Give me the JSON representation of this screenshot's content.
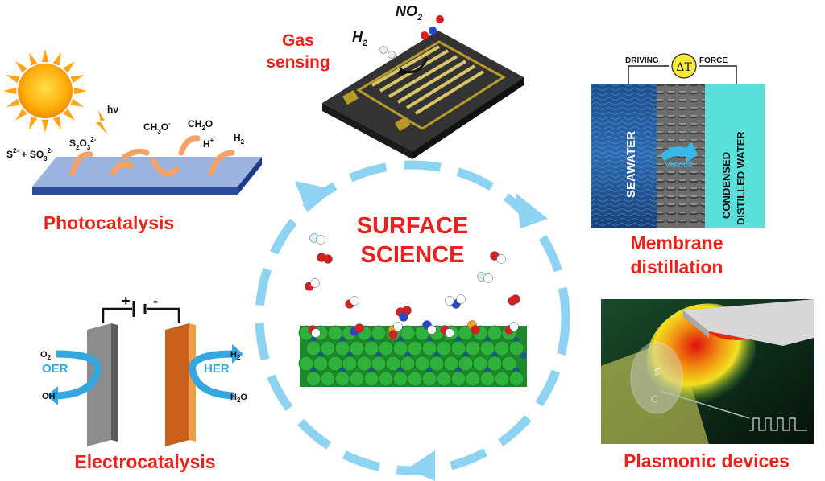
{
  "center": {
    "title_line1": "SURFACE",
    "title_line2": "SCIENCE"
  },
  "photocatalysis": {
    "label": "Photocatalysis",
    "hv": "hν",
    "s2": "S",
    "s2_sup": "2-",
    "plus": " + SO",
    "so3_sub": "3",
    "so3_sup": "2-",
    "s2o3": "S",
    "s2o3_sub1": "2",
    "s2o3_o": "O",
    "s2o3_sub2": "3",
    "s2o3_sup": "2-",
    "ch3o": "CH",
    "ch3o_sub": "3",
    "ch3o_o": "O",
    "ch3o_sup": "-",
    "ch2o": "CH",
    "ch2o_sub": "2",
    "ch2o_o": "O",
    "hplus": "H",
    "hplus_sup": "+",
    "h2": "H",
    "h2_sub": "2"
  },
  "gas_sensing": {
    "label_line1": "Gas",
    "label_line2": "sensing",
    "no2": "NO",
    "no2_sub": "2",
    "h2": "H",
    "h2_sub": "2"
  },
  "membrane": {
    "label_line1": "Membrane",
    "label_line2": "distillation",
    "driving": "DRIVING",
    "force": "FORCE",
    "delta_t": "ΔT",
    "seawater": "SEAWATER",
    "vapour": "VAPOUR",
    "condensed_1": "CONDENSED",
    "condensed_2": "DISTILLED WATER"
  },
  "electrocatalysis": {
    "label": "Electrocatalysis",
    "plus": "+",
    "minus": "-",
    "oer": "OER",
    "her": "HER",
    "o2": "O",
    "o2_sub": "2",
    "oh": "OH",
    "oh_sup": "-",
    "h2": "H",
    "h2_sub": "2",
    "h2o": "H",
    "h2o_sub": "2",
    "h2o_o": "O"
  },
  "plasmonic": {
    "label": "Plasmonic devices",
    "s_mark": "S",
    "c_mark": "C"
  },
  "colors": {
    "accent_red": "#e8231d",
    "cycle_blue": "#8fd3f2",
    "text_blue": "#35a7e0",
    "photocatalyst_plate": "#9bb3de",
    "anode": "#8c8c8c",
    "cathode": "#c8601c"
  }
}
